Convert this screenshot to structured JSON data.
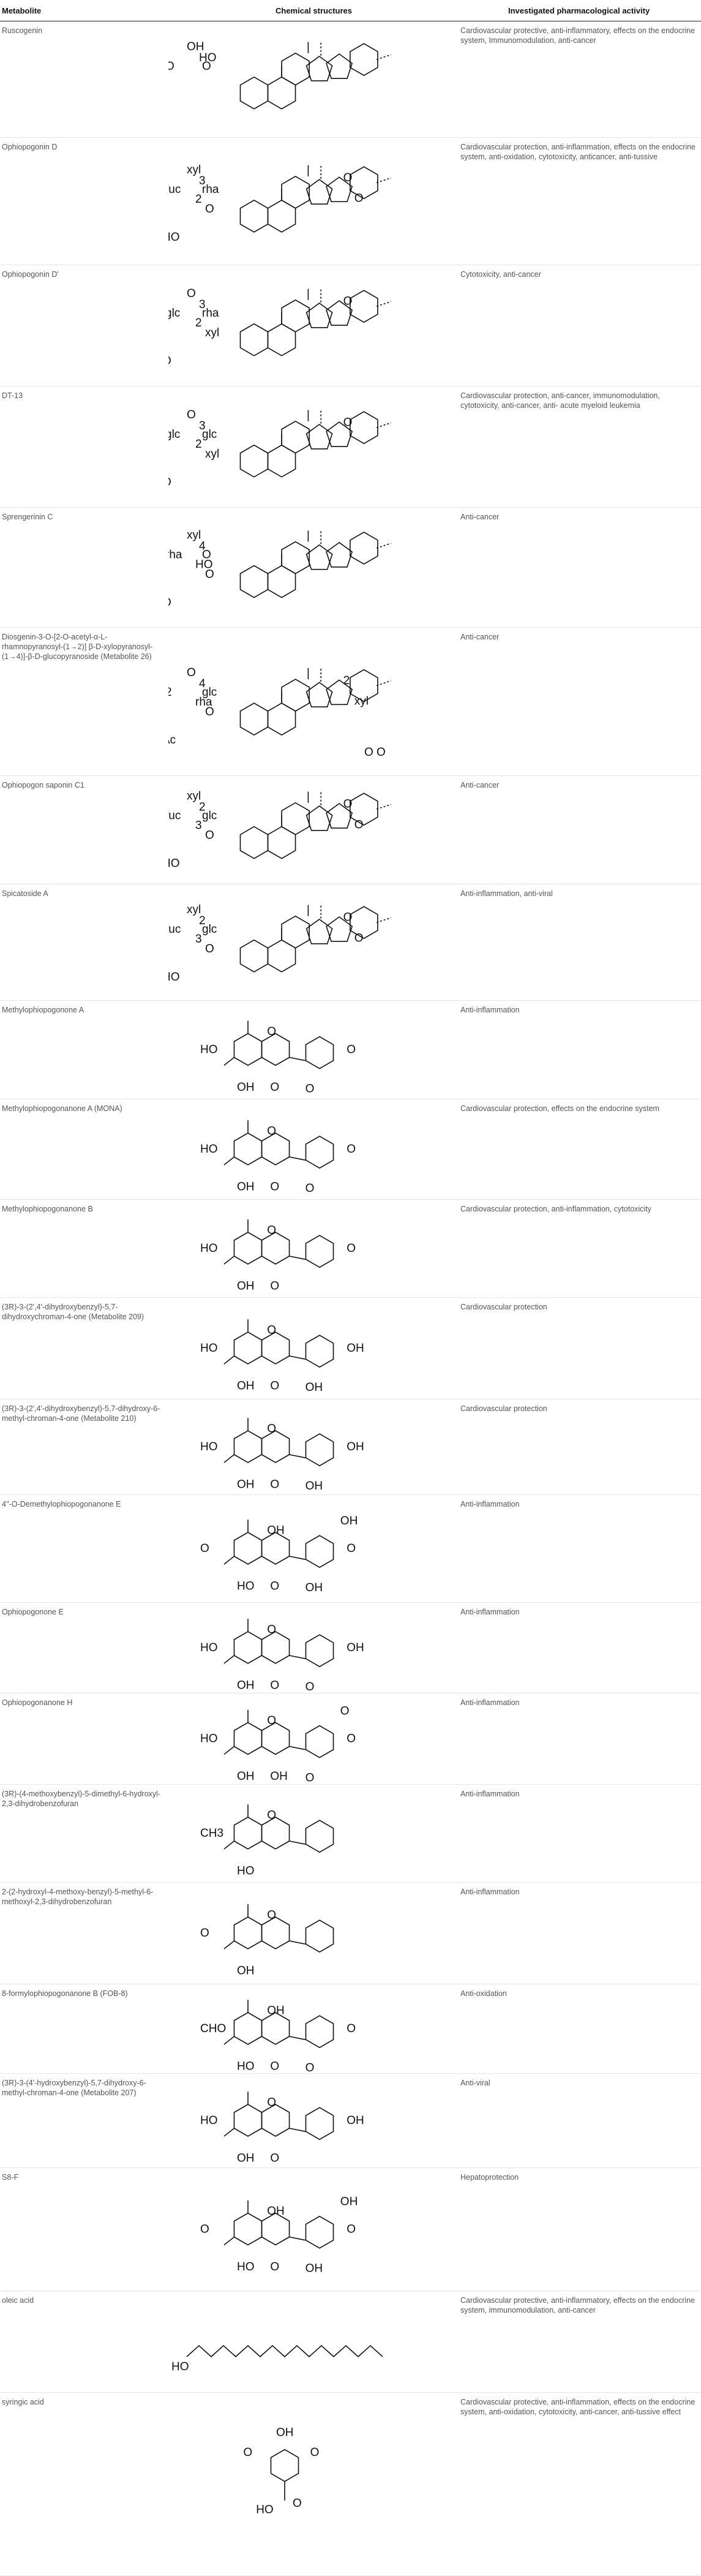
{
  "headers": {
    "metabolite": "Metabolite",
    "structure": "Chemical structures",
    "activity": "Investigated pharmacological activity"
  },
  "rows": [
    {
      "name": "Ruscogenin",
      "activity": "Cardiovascular protective, anti-inflammatory, effects on the endocrine system, Immunomodulation, anti-cancer",
      "structure_labels": [
        "OH",
        "HO",
        "O",
        "O"
      ]
    },
    {
      "name": "Ophiopogonin D",
      "activity": "Cardiovascular protection, anti-inflammation, effects on the endocrine system, anti-oxidation, cytotoxicity, anticancer, anti-tussive",
      "structure_labels": [
        "xyl",
        "3",
        "fuc",
        "rha",
        "2",
        "O",
        "HO",
        "O",
        "O"
      ]
    },
    {
      "name": "Ophiopogonin D'",
      "activity": "Cytotoxicity, anti-cancer",
      "structure_labels": [
        "O",
        "3",
        "glc",
        "rha",
        "2",
        "xyl",
        "O",
        "O"
      ]
    },
    {
      "name": "DT-13",
      "activity": "Cardiovascular protection, anti-cancer, immunomodulation, cytotoxicity, anti-cancer, anti- acute myeloid leukemia",
      "structure_labels": [
        "O",
        "3",
        "glc",
        "glc",
        "2",
        "xyl",
        "O",
        "O"
      ]
    },
    {
      "name": "Sprengerinin C",
      "activity": "Anti-cancer",
      "structure_labels": [
        "xyl",
        "4",
        "rha",
        "O",
        "HO",
        "O",
        "O"
      ]
    },
    {
      "name": "Diosgenin-3-O-[2-O-acetyl-α-L-rhamnopyranosyl-(1→2)] β-D-xylopyranosyl-(1→4)]-β-D-glucopyranoside (Metabolite 26)",
      "activity": "Anti-cancer",
      "structure_labels": [
        "O",
        "4",
        "2",
        "glc",
        "rha",
        "O",
        "Ac",
        "2",
        "xyl",
        "O",
        "O"
      ]
    },
    {
      "name": "Ophiopogon saponin C1",
      "activity": "Anti-cancer",
      "structure_labels": [
        "xyl",
        "2",
        "fuc",
        "glc",
        "3",
        "O",
        "HO",
        "O",
        "O"
      ]
    },
    {
      "name": "Spicatoside A",
      "activity": "Anti-inflammation, anti-viral",
      "structure_labels": [
        "xyl",
        "2",
        "fuc",
        "glc",
        "3",
        "O",
        "HO",
        "O",
        "O"
      ]
    },
    {
      "name": "Methylophiopogonone A",
      "activity": "Anti-inflammation",
      "structure_labels": [
        "HO",
        "OH",
        "O",
        "O",
        "O",
        "O"
      ]
    },
    {
      "name": "Methylophiopogonanone A (MONA)",
      "activity": "Cardiovascular protection, effects on the endocrine system",
      "structure_labels": [
        "HO",
        "OH",
        "O",
        "O",
        "O",
        "O"
      ]
    },
    {
      "name": "Methylophiopogonanone B",
      "activity": "Cardiovascular protection, anti-inflammation, cytotoxicity",
      "structure_labels": [
        "HO",
        "OH",
        "O",
        "O",
        "O"
      ]
    },
    {
      "name": "(3R)-3-(2',4'-dihydroxybenzyl)-5,7-dihydroxychroman-4-one (Metabolite 209)",
      "activity": "Cardiovascular protection",
      "structure_labels": [
        "HO",
        "OH",
        "O",
        "O",
        "OH",
        "OH"
      ]
    },
    {
      "name": "(3R)-3-(2',4'-dihydroxybenzyl)-5,7-dihydroxy-6-methyl-chroman-4-one (Metabolite 210)",
      "activity": "Cardiovascular protection",
      "structure_labels": [
        "HO",
        "OH",
        "O",
        "O",
        "OH",
        "OH"
      ]
    },
    {
      "name": "4''-O-Demethylophiopogonanone E",
      "activity": "Anti-inflammation",
      "structure_labels": [
        "O",
        "HO",
        "OH",
        "O",
        "O",
        "OH",
        "OH"
      ]
    },
    {
      "name": "Ophiopogonone E",
      "activity": "Anti-inflammation",
      "structure_labels": [
        "HO",
        "OH",
        "O",
        "O",
        "OH",
        "O"
      ]
    },
    {
      "name": "Ophiopogonanone H",
      "activity": "Anti-inflammation",
      "structure_labels": [
        "HO",
        "OH",
        "O",
        "OH",
        "O",
        "O",
        "O"
      ]
    },
    {
      "name": "(3R)-(4-methoxybenzyl)-5-dimethyl-6-hydroxyl-2,3-dihydrobenzofuran",
      "activity": "Anti-inflammation",
      "structure_labels": [
        "CH3",
        "HO",
        "O"
      ]
    },
    {
      "name": "2-(2-hydroxyl-4-methoxy-benzyl)-5-methyl-6-methoxyl-2,3-dihydrobenzofuran",
      "activity": "Anti-inflammation",
      "structure_labels": [
        "O",
        "OH",
        "O"
      ]
    },
    {
      "name": "8-formylophiopogonanone B (FOB-8)",
      "activity": "Anti-oxidation",
      "structure_labels": [
        "CHO",
        "HO",
        "OH",
        "O",
        "O",
        "O"
      ]
    },
    {
      "name": "(3R)-3-(4'-hydroxybenzyl)-5,7-dihydroxy-6-methyl-chroman-4-one (Metabolite 207)",
      "activity": "Anti-viral",
      "structure_labels": [
        "HO",
        "OH",
        "O",
        "O",
        "OH"
      ]
    },
    {
      "name": "S8-F",
      "activity": "Hepatoprotection",
      "structure_labels": [
        "O",
        "HO",
        "OH",
        "O",
        "O",
        "OH",
        "OH"
      ]
    },
    {
      "name": "oleic acid",
      "activity": "Cardiovascular protective, anti-inflammatory, effects on the endocrine system, immunomodulation, anti-cancer",
      "structure_labels": [
        "HO"
      ]
    },
    {
      "name": "syringic acid",
      "activity": "Cardiovascular protective, anti-inflammation, effects on the endocrine system, anti-oxidation, cytotoxicity, anti-cancer, anti-tussive effect",
      "structure_labels": [
        "OH",
        "O",
        "O",
        "HO",
        "O"
      ]
    }
  ]
}
